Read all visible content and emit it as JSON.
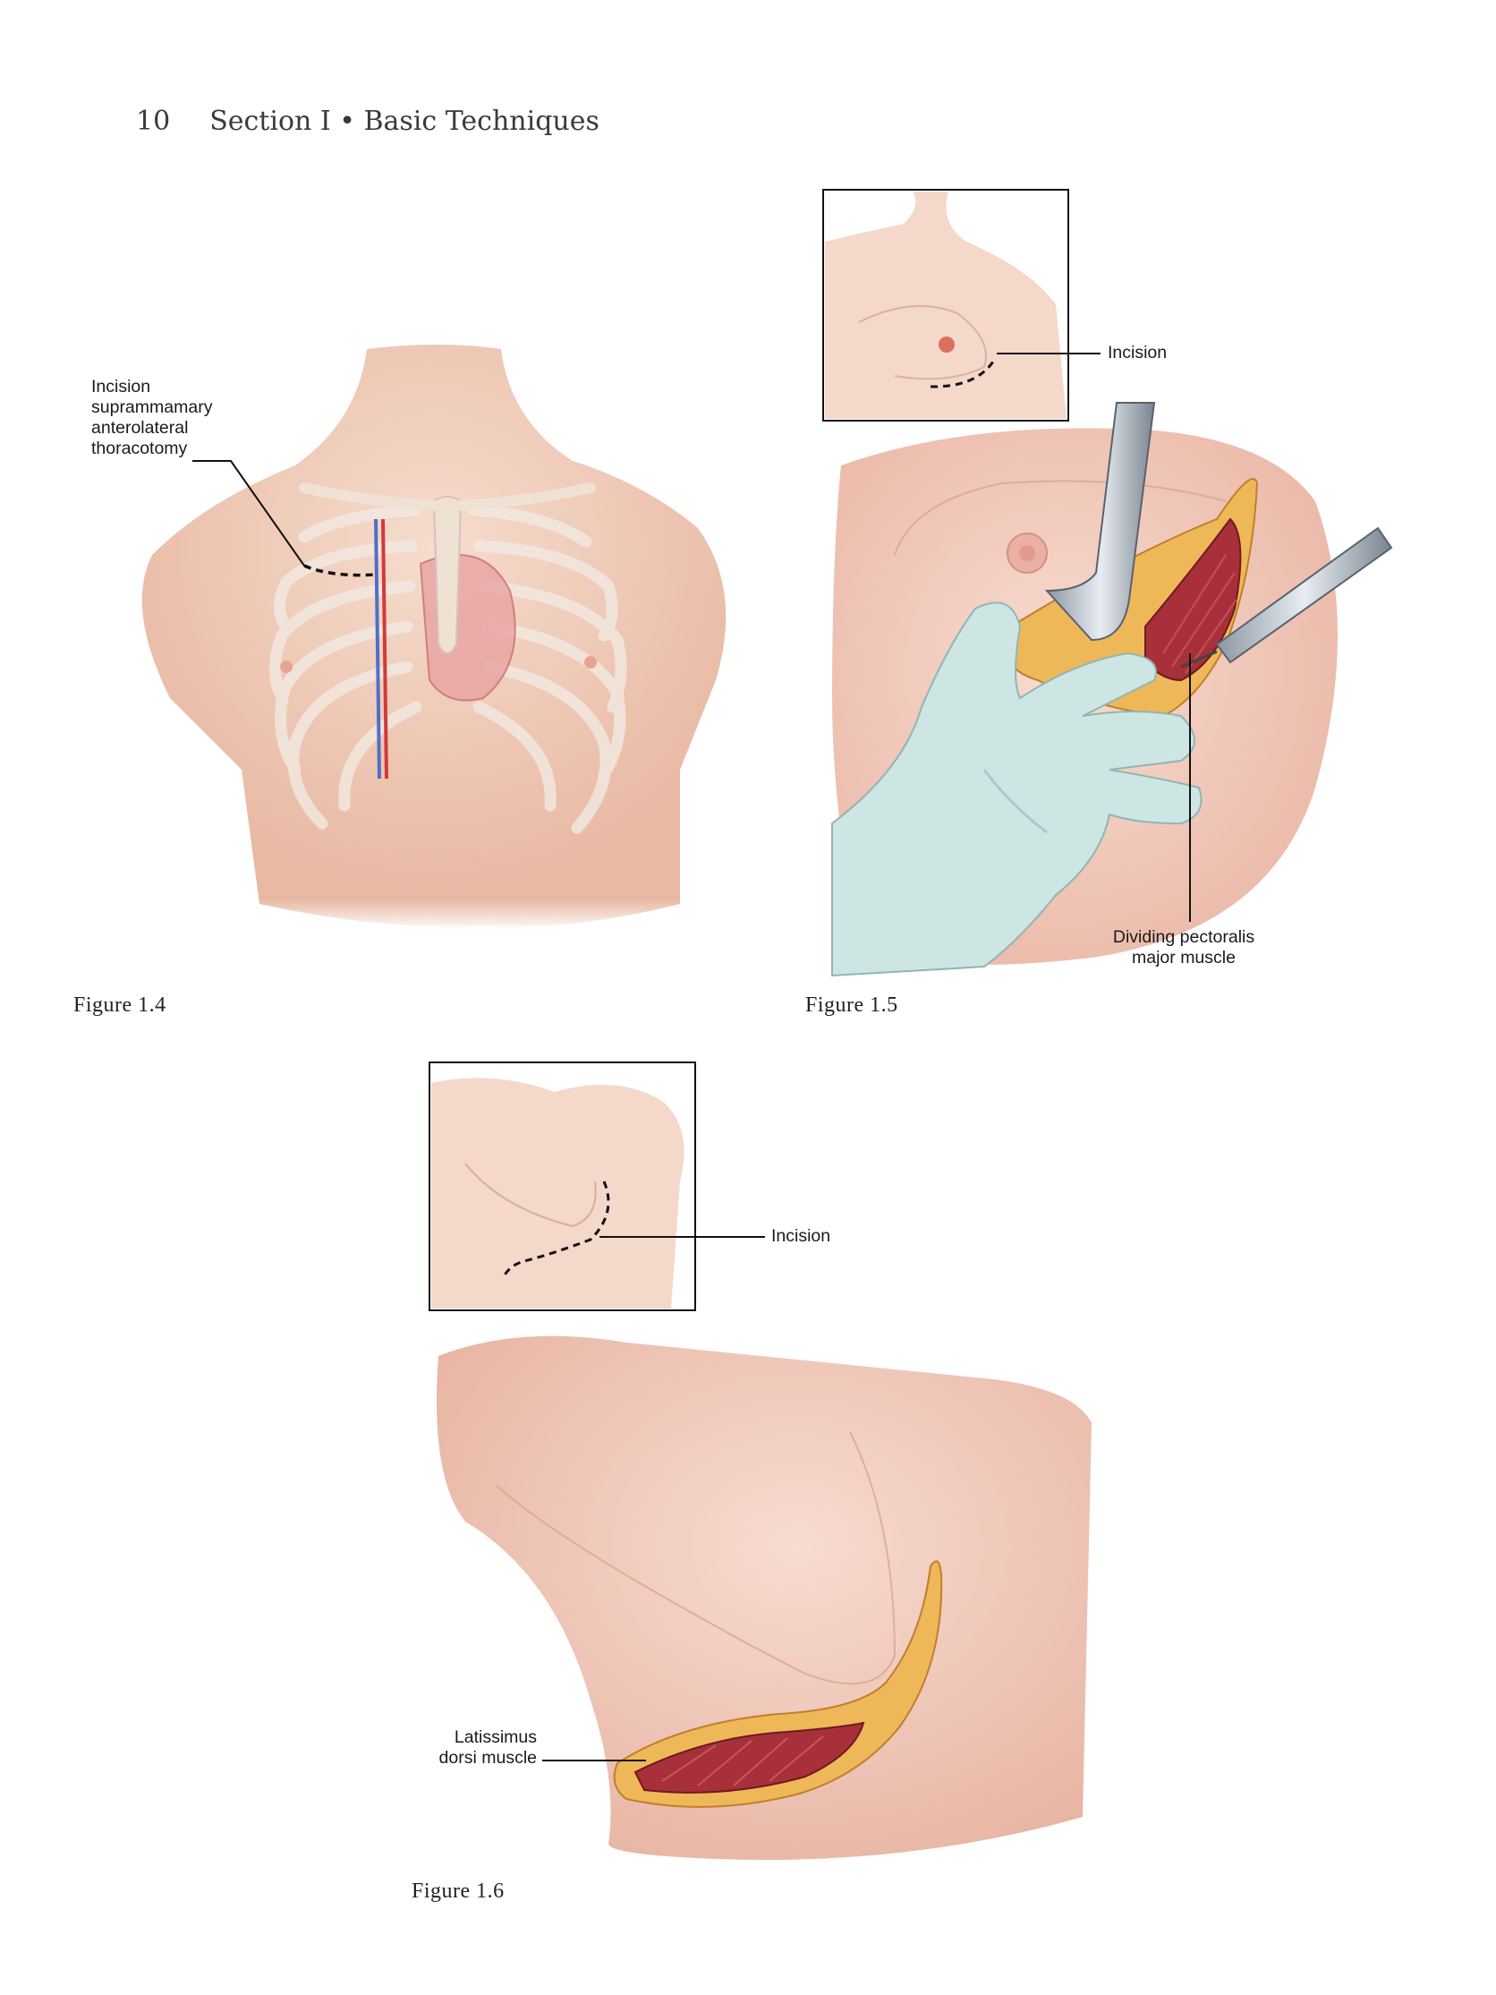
{
  "header": {
    "page_number": "10",
    "section": "Section I • Basic Techniques"
  },
  "figures": [
    {
      "caption": "Figure 1.4",
      "labels": [
        "Incision",
        "suprammamary",
        "anterolateral",
        "thoracotomy"
      ]
    },
    {
      "caption": "Figure 1.5",
      "labels": {
        "inset": "Incision",
        "main": [
          "Dividing pectoralis",
          "major muscle"
        ]
      }
    },
    {
      "caption": "Figure 1.6",
      "labels": {
        "inset": "Incision",
        "main": [
          "Latissimus",
          "dorsi muscle"
        ]
      }
    }
  ],
  "colors": {
    "skin": "#f3d4c6",
    "muscle": "#a8323a",
    "fat": "#f0c46a",
    "glove": "#cde5e3",
    "text": "#1a1a1a"
  }
}
